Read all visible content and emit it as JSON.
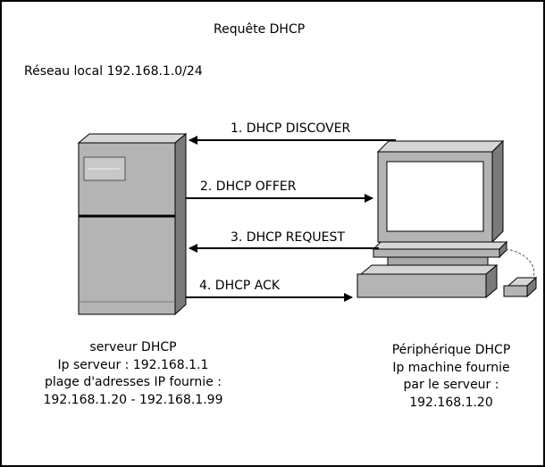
{
  "title": "Requête DHCP",
  "network_label": "Réseau local 192.168.1.0/24",
  "messages": [
    {
      "label": "1. DHCP DISCOVER",
      "direction": "to-server"
    },
    {
      "label": "2. DHCP OFFER",
      "direction": "to-client"
    },
    {
      "label": "3. DHCP REQUEST",
      "direction": "to-server"
    },
    {
      "label": "4. DHCP ACK",
      "direction": "to-client"
    }
  ],
  "server": {
    "icon": "server-tower-icon",
    "lines": [
      "serveur DHCP",
      "Ip serveur : 192.168.1.1",
      "plage d'adresses IP fournie :",
      "192.168.1.20 - 192.168.1.99"
    ]
  },
  "client": {
    "icon": "desktop-computer-icon",
    "lines": [
      "Périphérique DHCP",
      "Ip machine fournie",
      "par le serveur :",
      "192.168.1.20"
    ]
  },
  "colors": {
    "line": "#000000",
    "device_face": "#b4b4b4",
    "device_side": "#7a7a7a",
    "device_top": "#d6d6d6",
    "screen": "#ffffff"
  }
}
